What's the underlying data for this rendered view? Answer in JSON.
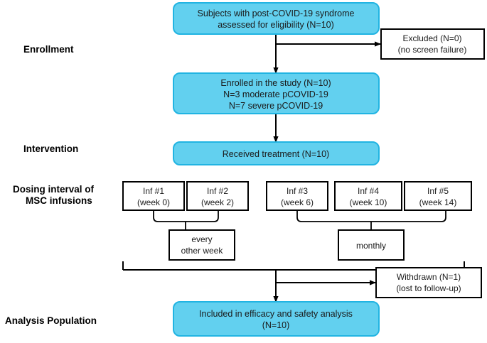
{
  "diagram": {
    "title": "CONSORT-style participant flow diagram",
    "colors": {
      "blue_fill": "#62d0ef",
      "blue_stroke": "#21b4e2",
      "box_stroke": "#000000",
      "text": "#1a1a1a",
      "background": "#ffffff"
    }
  },
  "stages": [
    {
      "id": "enrollment",
      "label": "Enrollment"
    },
    {
      "id": "intervention",
      "label": "Intervention"
    },
    {
      "id": "dosing",
      "label_line1": "Dosing interval of",
      "label_line2": "MSC infusions"
    },
    {
      "id": "analysis",
      "label": "Analysis Population"
    }
  ],
  "nodes": {
    "screening": {
      "type": "blue",
      "line1": "Subjects with post-COVID-19 syndrome",
      "line2": "assessed for eligibility  (N=10)"
    },
    "excluded": {
      "type": "white",
      "line1": "Excluded (N=0)",
      "line2": "(no screen failure)"
    },
    "enrolled": {
      "type": "blue",
      "line1": "Enrolled in the study (N=10)",
      "line2": "N=3 moderate pCOVID-19",
      "line3": "N=7 severe pCOVID-19"
    },
    "treatment": {
      "type": "blue",
      "line1": "Received treatment (N=10)"
    },
    "withdrawn": {
      "type": "white",
      "line1": "Withdrawn (N=1)",
      "line2": "(lost to follow-up)"
    },
    "analysis": {
      "type": "blue",
      "line1": "Included in efficacy and safety analysis",
      "line2": "(N=10)"
    }
  },
  "infusions": [
    {
      "id": "inf1",
      "line1": "Inf #1",
      "line2": "(week 0)"
    },
    {
      "id": "inf2",
      "line1": "Inf #2",
      "line2": "(week 2)"
    },
    {
      "id": "inf3",
      "line1": "Inf #3",
      "line2": "(week 6)"
    },
    {
      "id": "inf4",
      "line1": "Inf #4",
      "line2": "(week 10)"
    },
    {
      "id": "inf5",
      "line1": "Inf #5",
      "line2": "(week 14)"
    }
  ],
  "intervals": {
    "every_other_week": {
      "line1": "every",
      "line2": "other week"
    },
    "monthly": {
      "line1": "monthly"
    }
  }
}
